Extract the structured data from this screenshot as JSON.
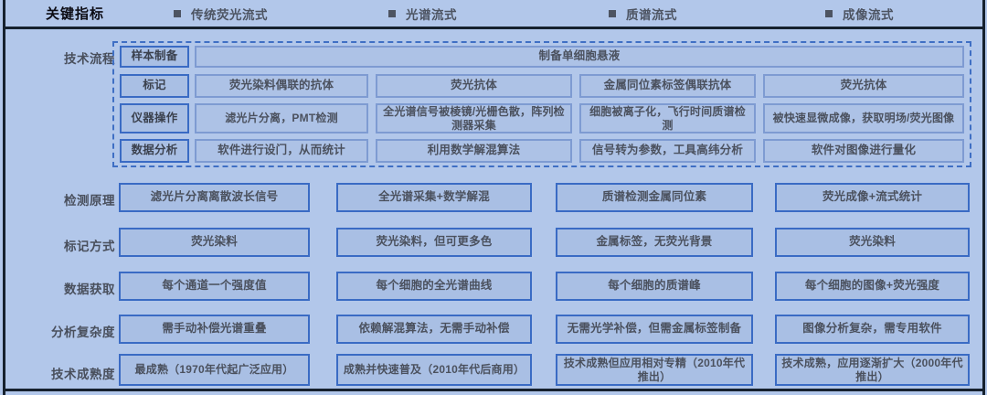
{
  "header": {
    "key_metric_label": "关键指标",
    "columns": [
      {
        "bullet": "square-bullet-icon",
        "label": "传统荧光流式"
      },
      {
        "bullet": "square-bullet-icon",
        "label": "光谱流式"
      },
      {
        "bullet": "square-bullet-icon",
        "label": "质谱流式"
      },
      {
        "bullet": "square-bullet-icon",
        "label": "成像流式"
      }
    ]
  },
  "row_labels": [
    "技术流程",
    "检测原理",
    "标记方式",
    "数据获取",
    "分析复杂度",
    "技术成熟度"
  ],
  "flow": {
    "stages": [
      "样本制备",
      "标记",
      "仪器操作",
      "数据分析"
    ],
    "sample_prep_merged": "制备单细胞悬液",
    "rows": [
      {
        "stage": "标记",
        "cells": [
          "荧光染料偶联的抗体",
          "荧光抗体",
          "金属同位素标签偶联抗体",
          "荧光抗体"
        ]
      },
      {
        "stage": "仪器操作",
        "cells": [
          "滤光片分离，PMT检测",
          "全光谱信号被棱镜/光栅色散，阵列检测器采集",
          "细胞被离子化，飞行时间质谱检测",
          "被快速显微成像，获取明场/荧光图像"
        ]
      },
      {
        "stage": "数据分析",
        "cells": [
          "软件进行设门，从而统计",
          "利用数学解混算法",
          "信号转为参数，工具高纬分析",
          "软件对图像进行量化"
        ]
      }
    ]
  },
  "comparison_rows": [
    {
      "label": "检测原理",
      "cells": [
        "滤光片分离离散波长信号",
        "全光谱采集+数学解混",
        "质谱检测金属同位素",
        "荧光成像+流式统计"
      ]
    },
    {
      "label": "标记方式",
      "cells": [
        "荧光染料",
        "荧光染料，但可更多色",
        "金属标签，无荧光背景",
        "荧光染料"
      ]
    },
    {
      "label": "数据获取",
      "cells": [
        "每个通道一个强度值",
        "每个细胞的全光谱曲线",
        "每个细胞的质谱峰",
        "每个细胞的图像+荧光强度"
      ]
    },
    {
      "label": "分析复杂度",
      "cells": [
        "需手动补偿光谱重叠",
        "依赖解混算法，无需手动补偿",
        "无需光学补偿，但需金属标签制备",
        "图像分析复杂，需专用软件"
      ]
    },
    {
      "label": "技术成熟度",
      "cells": [
        "最成熟（1970年代起广泛应用）",
        "成熟并快速普及（2010年代后商用）",
        "技术成熟但应用相对专精（2010年代推出）",
        "技术成熟，应用逐渐扩大（2000年代推出）"
      ]
    }
  ],
  "colors": {
    "background": "#b2c7ea",
    "cell_fill": "#a9bfe4",
    "cell_border": "#3a6bc4",
    "soft_border": "#7e9bd2",
    "rule": "#16212e",
    "label_text": "#494f5c",
    "header_title": "#0c0c14"
  }
}
